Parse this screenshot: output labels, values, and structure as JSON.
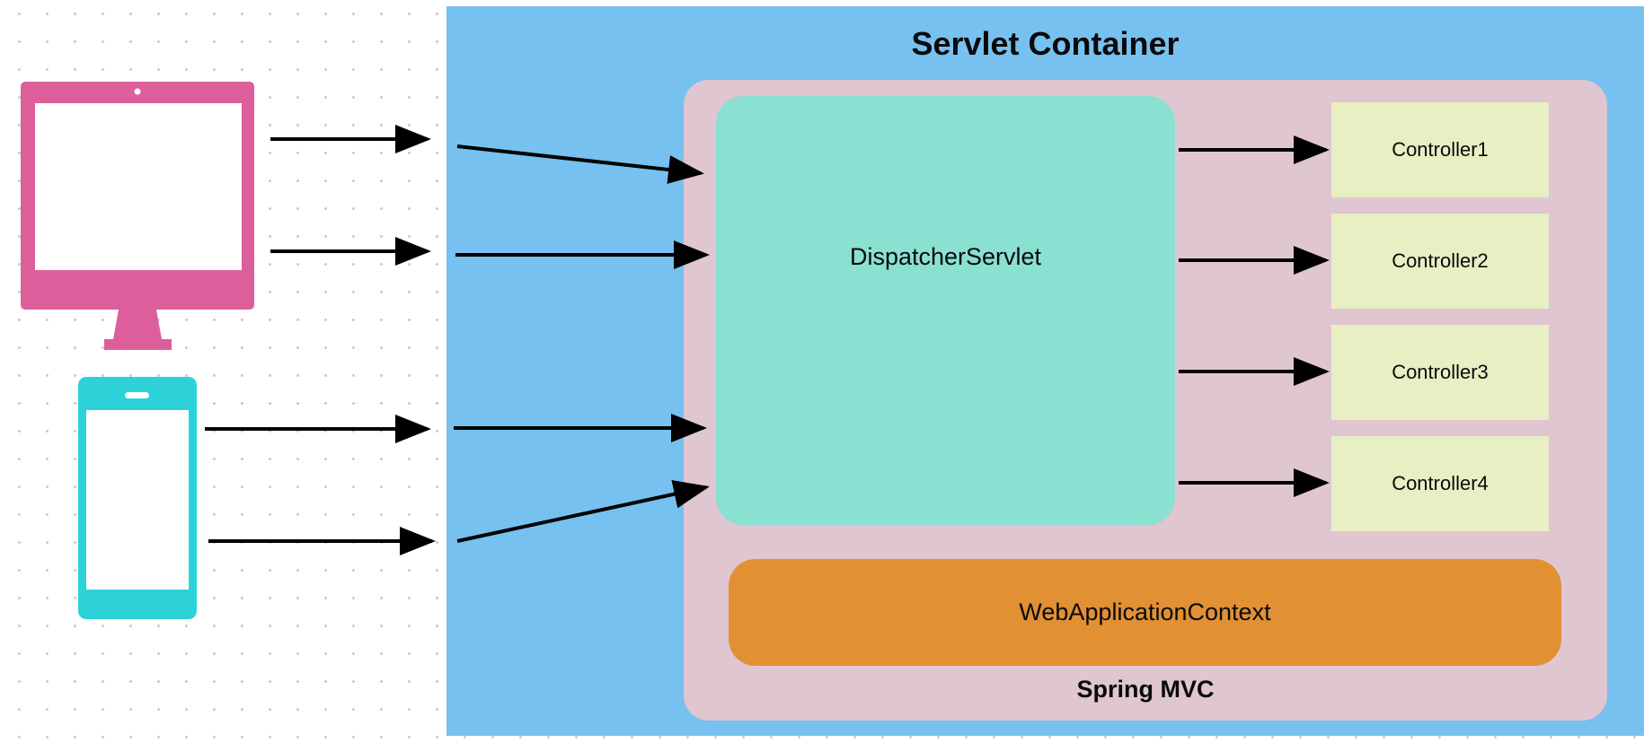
{
  "servlet_container": {
    "title": "Servlet Container"
  },
  "spring_mvc": {
    "label": "Spring MVC"
  },
  "dispatcher_servlet": {
    "label": "DispatcherServlet"
  },
  "controllers": [
    {
      "label": "Controller1"
    },
    {
      "label": "Controller2"
    },
    {
      "label": "Controller3"
    },
    {
      "label": "Controller4"
    }
  ],
  "web_application_context": {
    "label": "WebApplicationContext"
  },
  "clients": [
    {
      "icon": "desktop-monitor-icon",
      "color": "#dc5f9c"
    },
    {
      "icon": "mobile-phone-icon",
      "color": "#2dd2d9"
    }
  ],
  "colors": {
    "servlet_container": "#77c1f0",
    "spring_mvc": "#e0c6d0",
    "dispatcher_servlet": "#8ae0d1",
    "controller": "#e7efc3",
    "web_application_context": "#e19034",
    "arrow": "#000000"
  }
}
